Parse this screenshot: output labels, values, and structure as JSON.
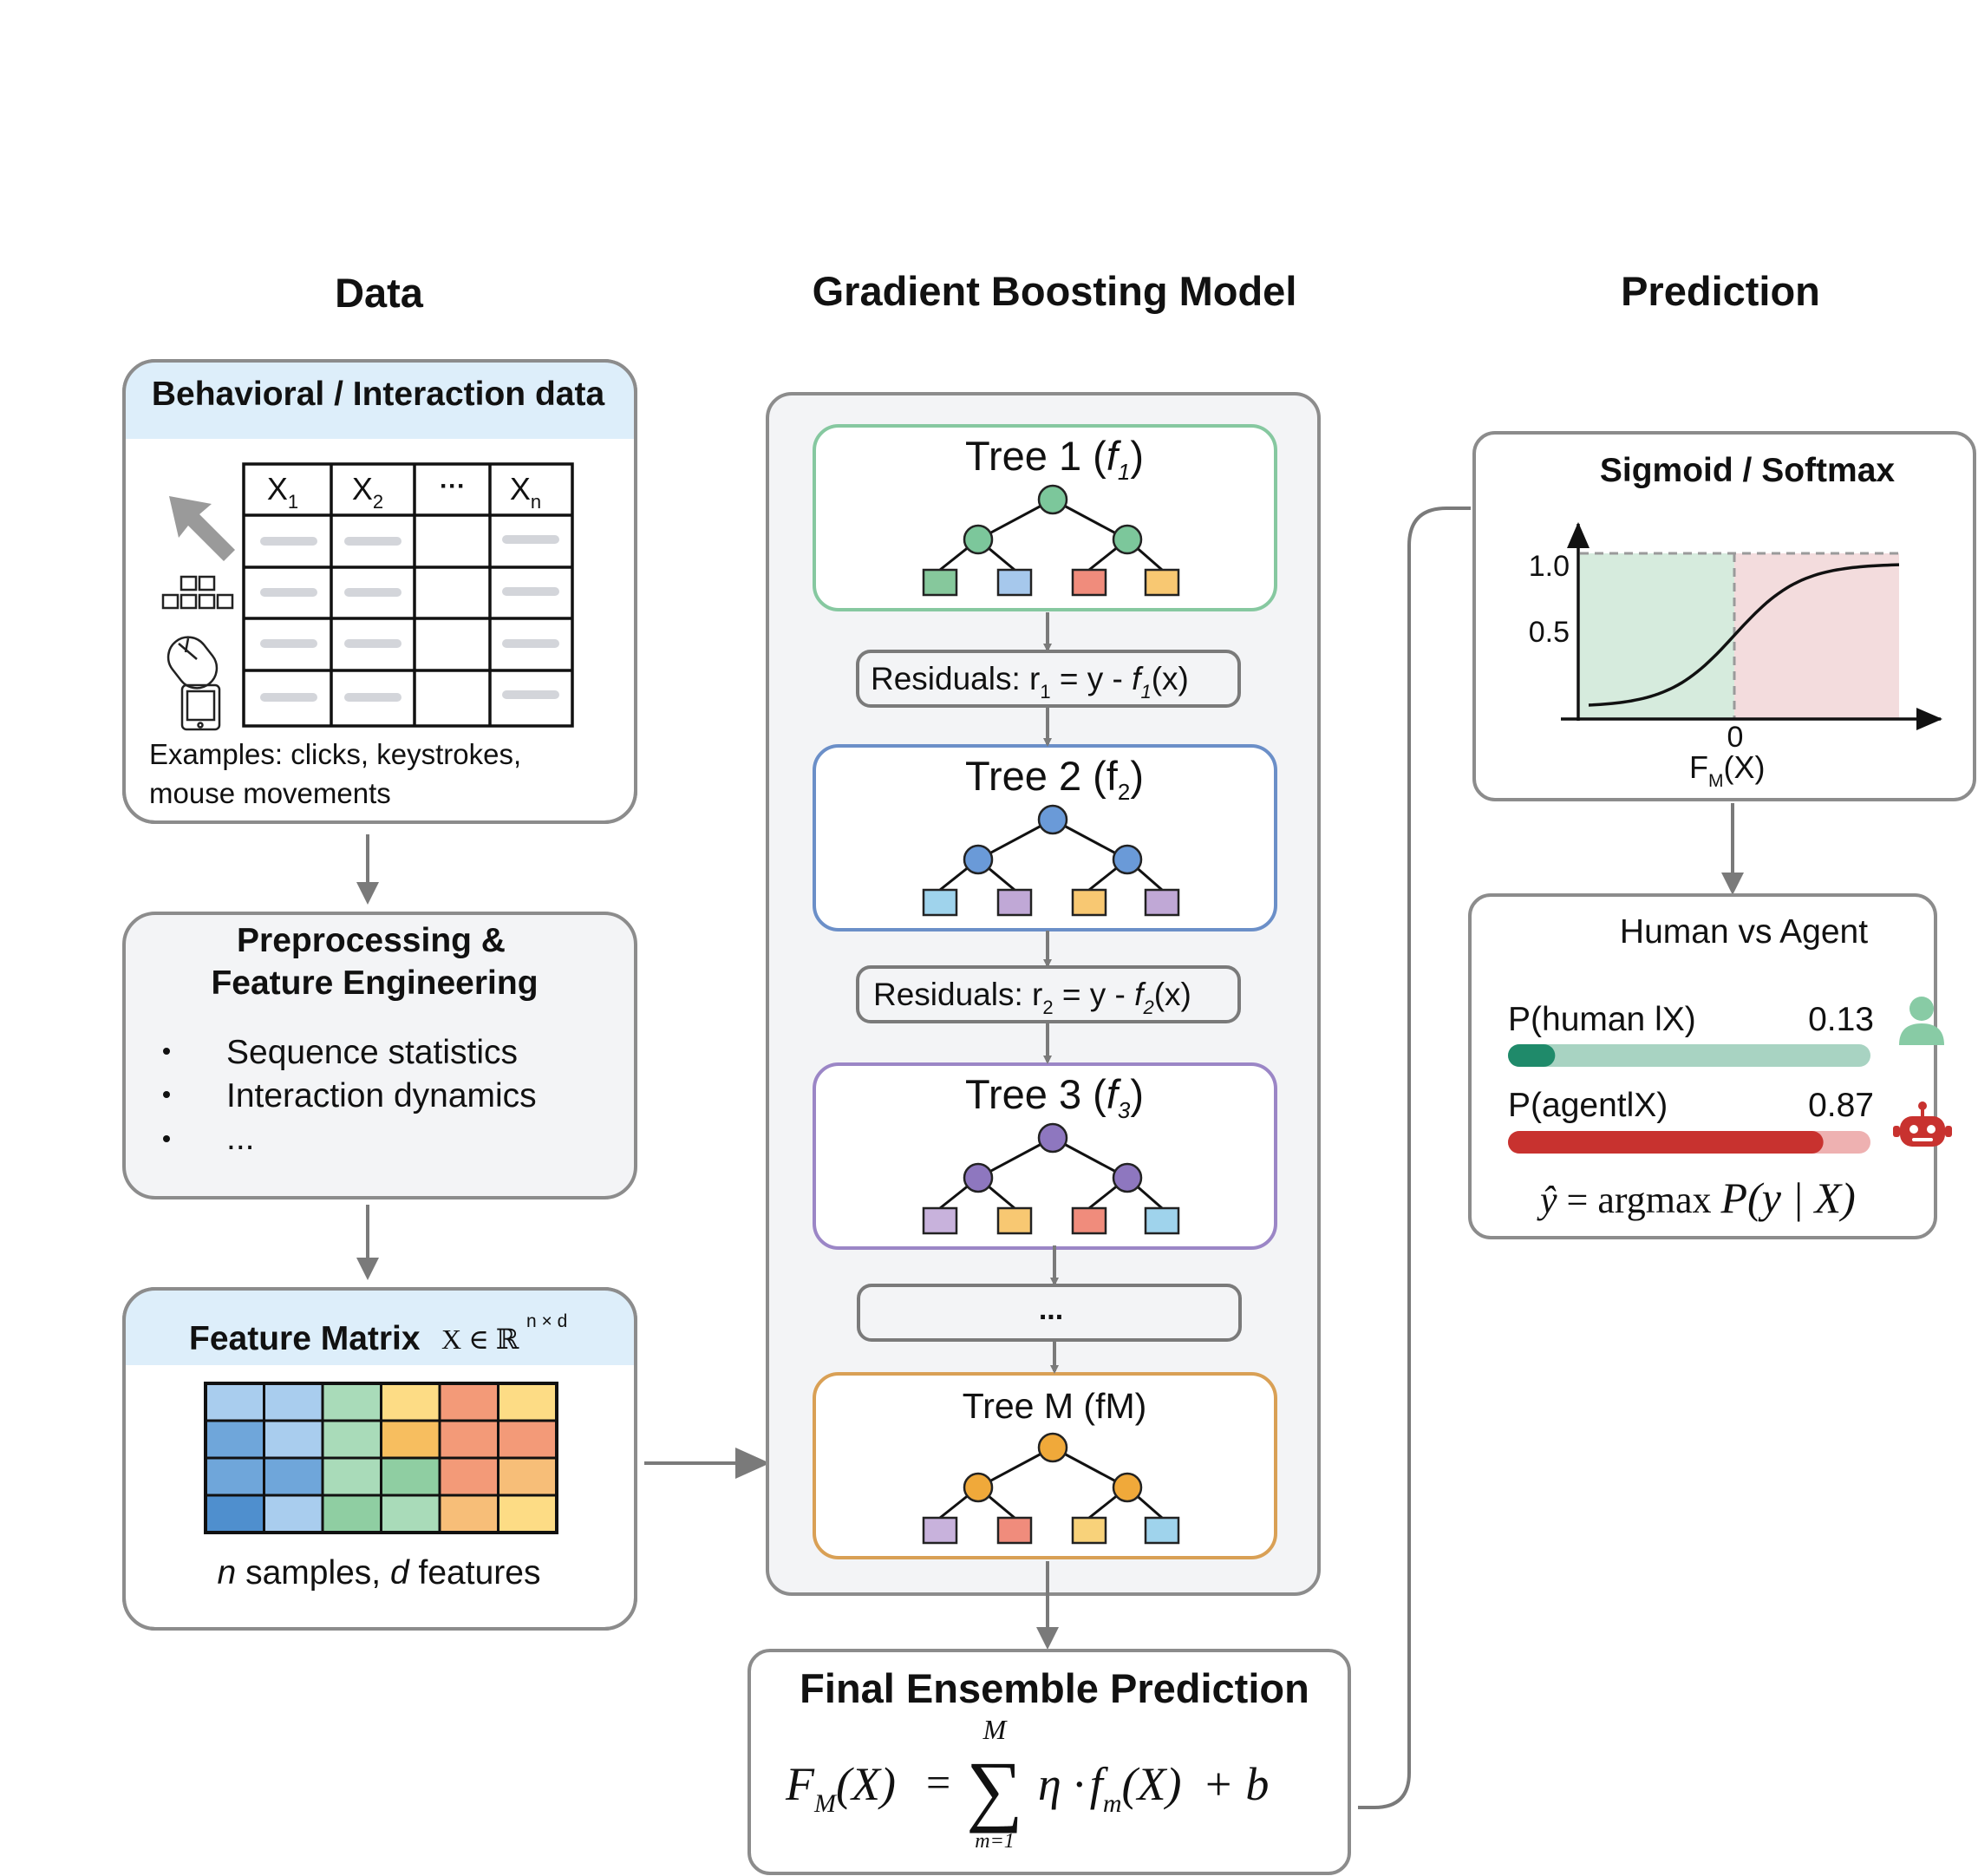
{
  "headers": {
    "data": "Data",
    "model": "Gradient Boosting Model",
    "prediction": "Prediction"
  },
  "data_panel": {
    "behavior_title": "Behavioral / Interaction data",
    "columns": [
      "X",
      "X",
      "···",
      "X"
    ],
    "column_subscripts": [
      "1",
      "2",
      "",
      "n"
    ],
    "examples_line1": "Examples: clicks, keystrokes,",
    "examples_line2": "mouse movements",
    "icons": [
      "cursor-arrow-icon",
      "keyboard-icon",
      "mouse-icon",
      "tablet-icon"
    ]
  },
  "preprocessing": {
    "title_line1": "Preprocessing &",
    "title_line2": "Feature Engineering",
    "bullets": [
      "Sequence statistics",
      "Interaction dynamics",
      "..."
    ]
  },
  "feature_matrix": {
    "title": "Feature Matrix",
    "math": "X ∈ ℝ",
    "superscript": "n × d",
    "caption_n": "n",
    "caption_samples": " samples, ",
    "caption_d": "d",
    "caption_features": " features",
    "cell_colors": [
      [
        "#a9cdee",
        "#a9cdee",
        "#a9dbb9",
        "#fddc85",
        "#f39a78",
        "#fddc85"
      ],
      [
        "#6fa6da",
        "#a9cdee",
        "#a9dbb9",
        "#f7be5f",
        "#f39a78",
        "#f39a78"
      ],
      [
        "#6fa6da",
        "#6fa6da",
        "#a9dbb9",
        "#8fcea2",
        "#f39a78",
        "#f7be78"
      ],
      [
        "#4f8fce",
        "#a9cdee",
        "#8fcea2",
        "#a9dbb9",
        "#f7be78",
        "#fddc85"
      ]
    ]
  },
  "model": {
    "trees": [
      {
        "label": "Tree 1 (",
        "fn": "f",
        "sub": "1",
        "close": ")",
        "border": "#86c8a0",
        "node": "#7cc79b",
        "leaves": [
          "#86c89c",
          "#a6c8ec",
          "#f08c7c",
          "#f8c872"
        ]
      },
      {
        "label": "Tree 2 (f",
        "fn": "",
        "sub": "2",
        "close": ")",
        "border": "#6b8fc8",
        "node": "#6a9ad8",
        "leaves": [
          "#9fd3ec",
          "#c0a8d6",
          "#f8c872",
          "#c0a8d6"
        ]
      },
      {
        "label": "Tree 3 (",
        "fn": "f",
        "sub": "3",
        "close": ")",
        "border": "#9b86c6",
        "node": "#8e77bf",
        "leaves": [
          "#c8b2dc",
          "#f8c872",
          "#f08c7c",
          "#9fd3ec"
        ]
      },
      {
        "label": "Tree M (fM)",
        "fn": "",
        "sub": "",
        "close": "",
        "border": "#d9a055",
        "node": "#f0a93a",
        "leaves": [
          "#c8b2dc",
          "#f08c7c",
          "#f8d27a",
          "#9fd3ec"
        ]
      }
    ],
    "residuals": [
      {
        "prefix": "Residuals: r",
        "sub": "1",
        "mid": " = y - ",
        "fn": "f",
        "fsub": "1",
        "tail": "(x)"
      },
      {
        "prefix": "Residuals: r",
        "sub": "2",
        "mid": " = y - ",
        "fn": "f",
        "fsub": "2",
        "tail": "(x)"
      }
    ],
    "ellipsis": "..."
  },
  "ensemble": {
    "title": "Final Ensemble Prediction",
    "lhs_F": "F",
    "lhs_sub": "M",
    "lhs_arg": "(X)",
    "eq": "=",
    "sum": "∑",
    "sum_top": "M",
    "sum_bottom": "m=1",
    "rhs_eta": "η ·",
    "rhs_f": "f",
    "rhs_fsub": "m",
    "rhs_arg": "(X)",
    "rhs_plus": "+ b"
  },
  "sigmoid": {
    "title": "Sigmoid / Softmax",
    "y_ticks": [
      "1.0",
      "0.5"
    ],
    "x_zero": "0",
    "xlabel_F": "F",
    "xlabel_sub": "M",
    "xlabel_arg": "(X)",
    "left_region_color": "#d6ebdd",
    "right_region_color": "#f3dcdd"
  },
  "decision": {
    "title": "Human vs Agent",
    "human_label": "P(human lX)",
    "human_value": "0.13",
    "human_prob": 0.13,
    "human_color": "#1f8a6a",
    "human_track": "#a8d3c2",
    "agent_label": "P(agentlX)",
    "agent_value": "0.87",
    "agent_prob": 0.87,
    "agent_color": "#c8322f",
    "agent_track": "#eeb1b1",
    "formula_yhat": "ŷ",
    "formula_mid": " = argmax ",
    "formula_P": "P",
    "formula_args": "(y | X)",
    "icons": [
      "person-icon",
      "robot-icon"
    ]
  }
}
